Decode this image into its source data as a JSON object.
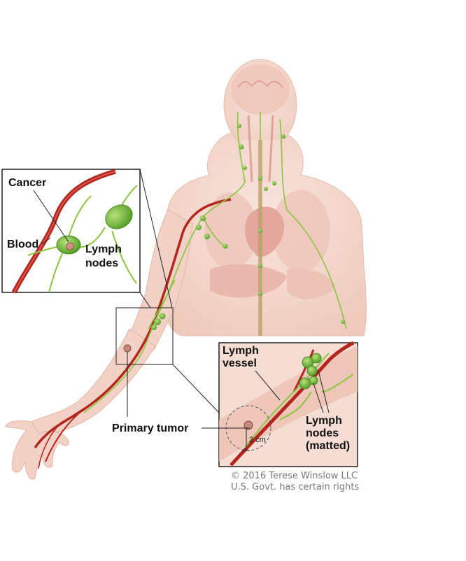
{
  "labels": {
    "cancer": "Cancer",
    "blood": "Blood",
    "lymph_nodes_line1": "Lymph",
    "lymph_nodes_line2": "nodes",
    "primary_tumor": "Primary tumor",
    "lymph_vessel_line1": "Lymph",
    "lymph_vessel_line2": "vessel",
    "matted_line1": "Lymph",
    "matted_line2": "nodes",
    "matted_line3": "(matted)",
    "measure": "2 cm"
  },
  "credit": {
    "line1": "© 2016 Terese Winslow LLC",
    "line2": "U.S. Govt. has certain rights"
  },
  "colors": {
    "skin": "#f3d6cb",
    "skin_edge": "#e2b3a4",
    "organ": "#e9b8ad",
    "artery": "#b3261e",
    "lymph": "#8cc63f",
    "node": "#5fae2e",
    "inset_bg": "#f6ddd3"
  }
}
